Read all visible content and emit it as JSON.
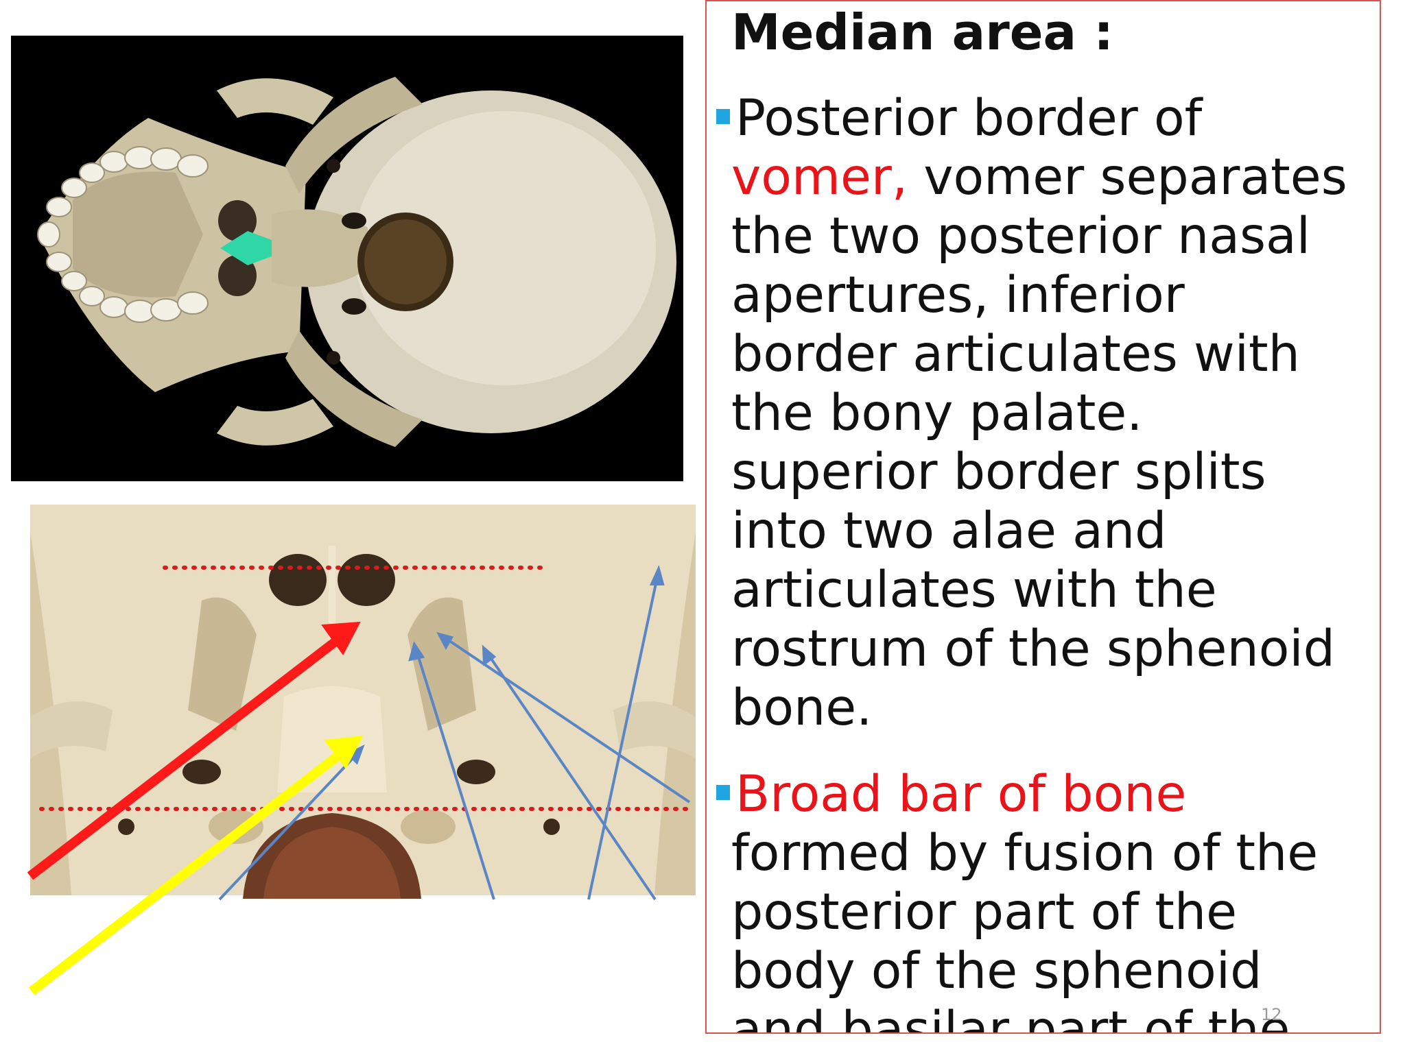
{
  "slide": {
    "heading": "Median area :",
    "bullet1": {
      "highlight": "vomer,",
      "first_line": "Posterior border of",
      "rest_line1": " vomer separates",
      "lines": [
        "the two posterior nasal",
        "apertures, inferior",
        "border articulates with",
        "the bony palate.",
        "superior border splits",
        "into two alae and",
        "articulates with the",
        "rostrum of the sphenoid",
        "bone."
      ]
    },
    "bullet2": {
      "highlight": "Broad bar of bone",
      "lines": [
        "formed by fusion of the",
        "posterior part of the",
        "body of the sphenoid",
        "and basilar part of the"
      ]
    },
    "slide_number": "12"
  },
  "images": {
    "top": "inferior-view-skull-photo",
    "bottom": "skull-base-closeup-illustration"
  },
  "colors": {
    "highlight_red": "#e8141a",
    "bullet_blue": "#1fa6e0",
    "arrow_red": "#ff1a1a",
    "arrow_yellow": "#ffff00",
    "arrow_blue": "#5b86c5",
    "vomer_green": "#2fd6a6"
  }
}
